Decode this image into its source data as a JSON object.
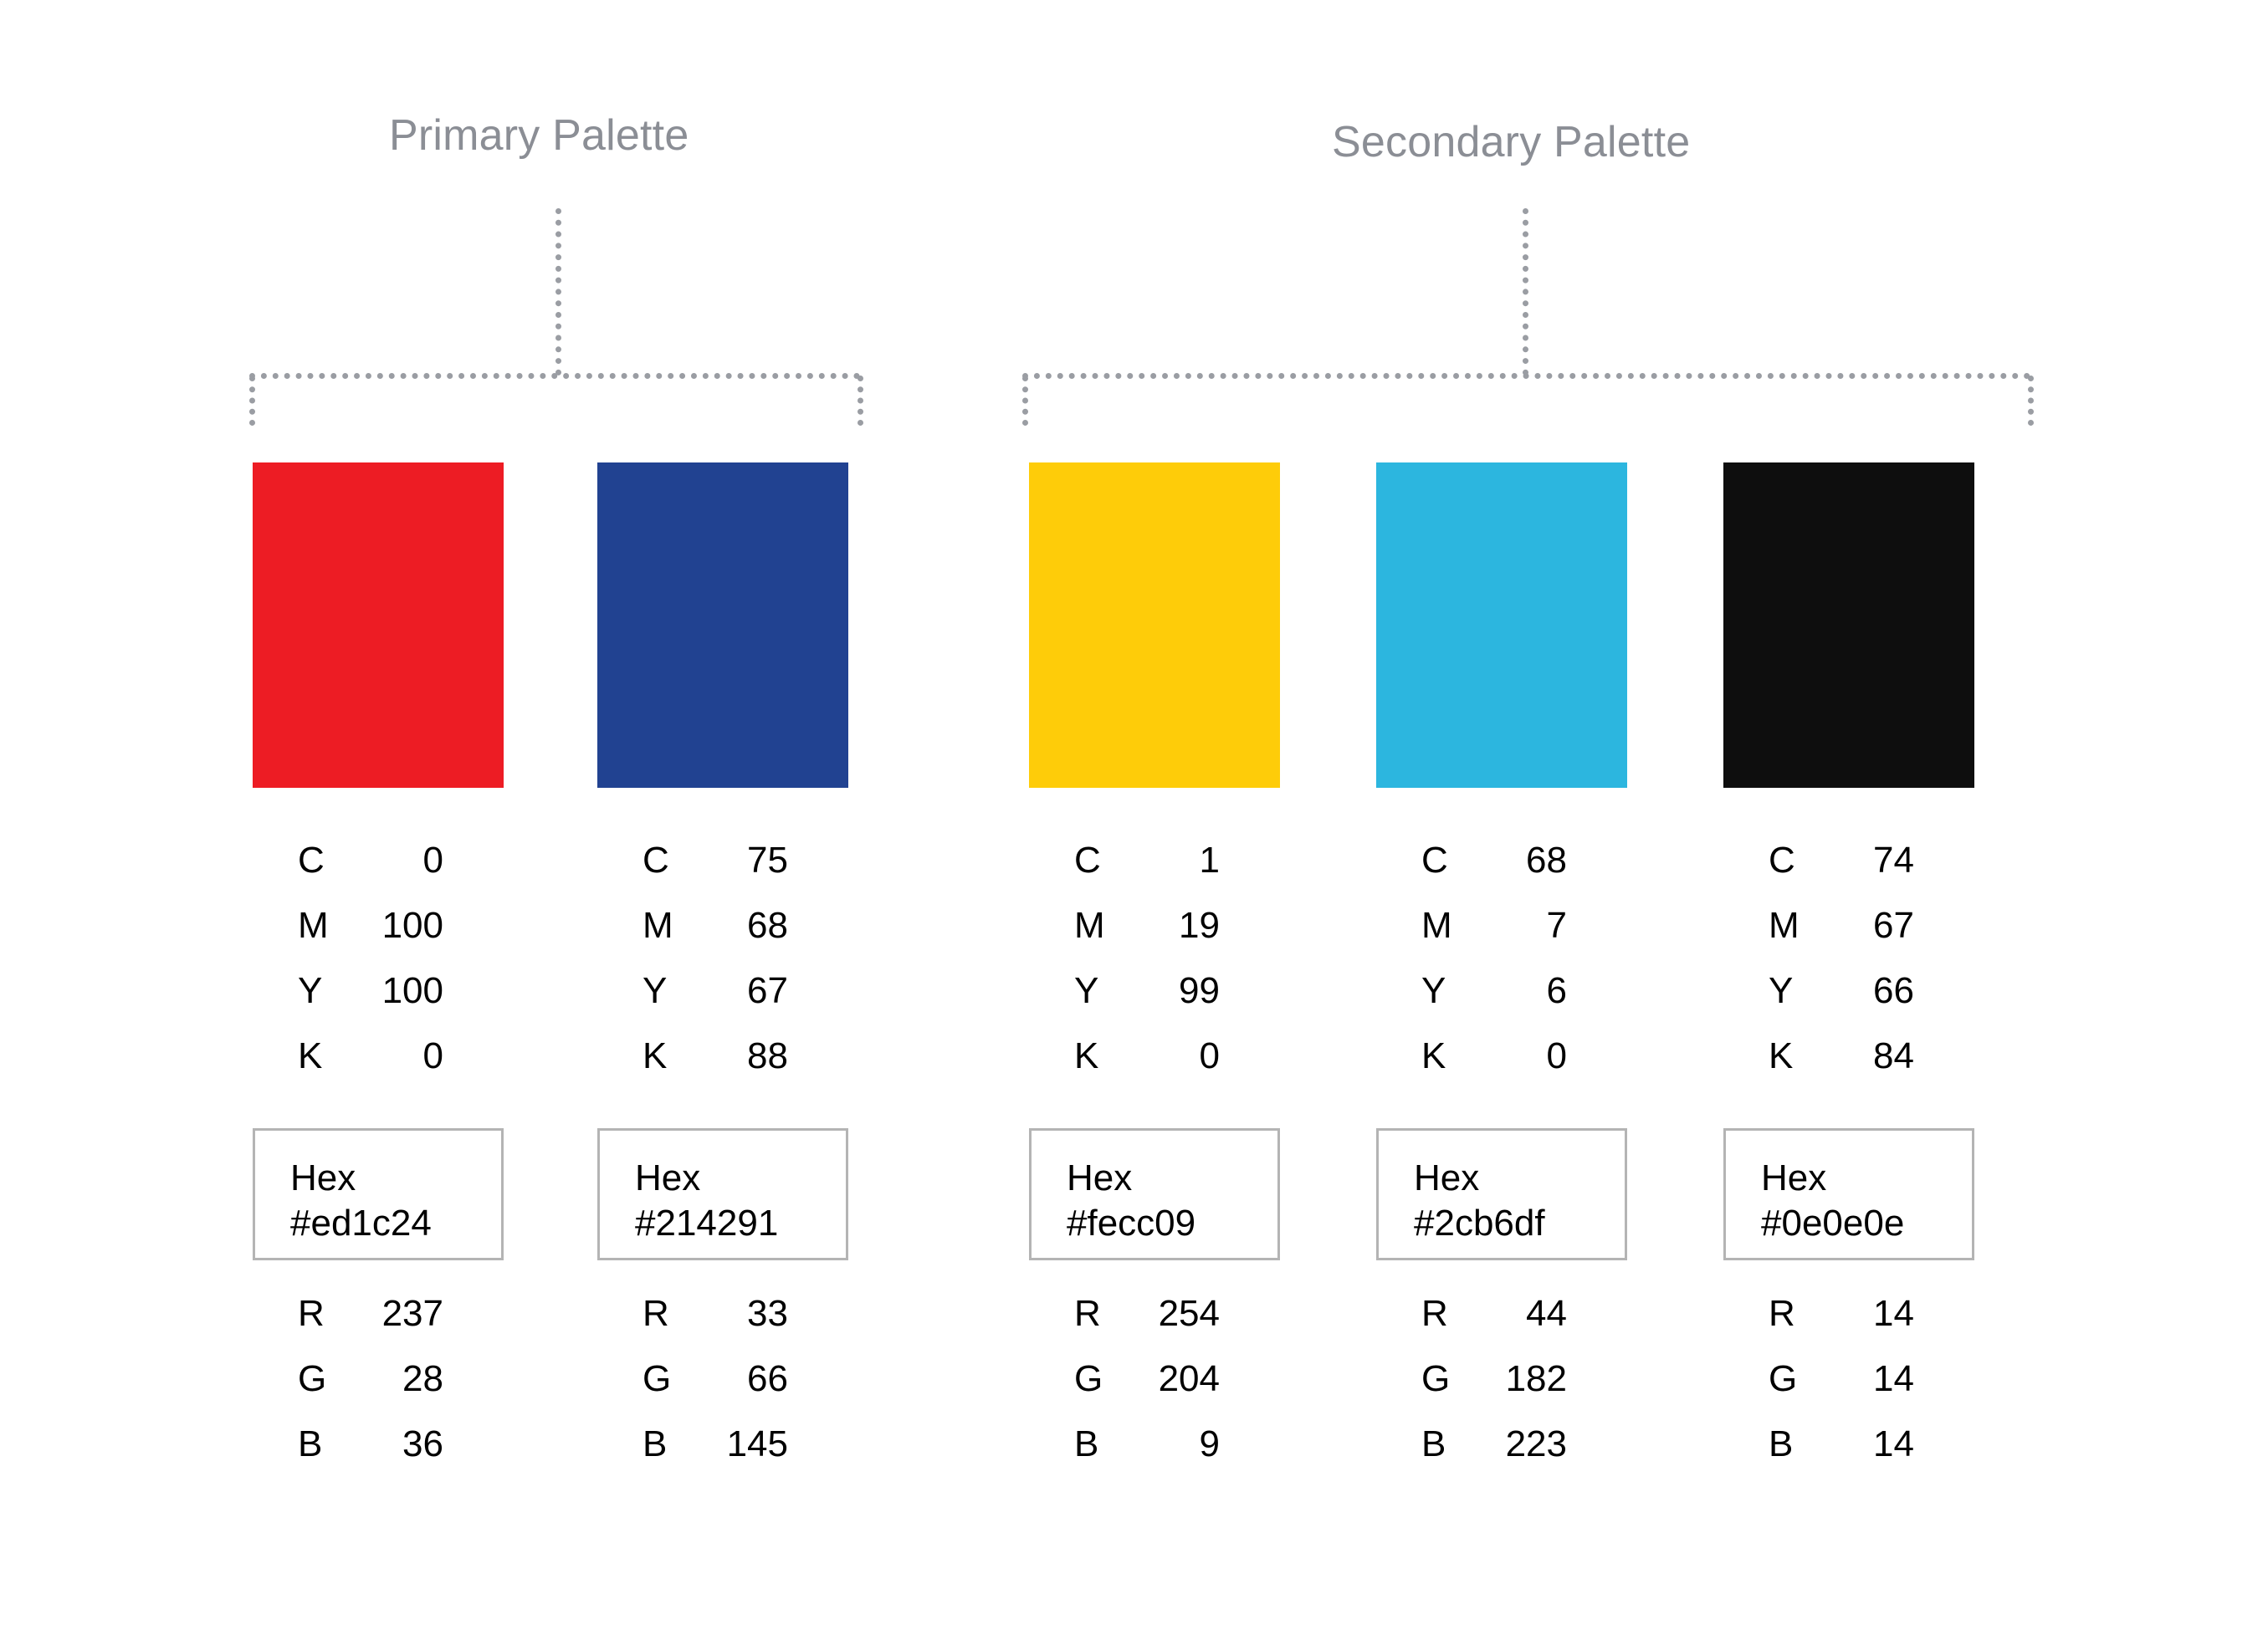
{
  "groups": [
    {
      "title": "Primary Palette",
      "swatches": [
        {
          "name": "red",
          "color": "#ed1c24",
          "cmyk": [
            {
              "key": "C",
              "value": "0"
            },
            {
              "key": "M",
              "value": "100"
            },
            {
              "key": "Y",
              "value": "100"
            },
            {
              "key": "K",
              "value": "0"
            }
          ],
          "hex_label": "Hex",
          "hex_value": "#ed1c24",
          "rgb": [
            {
              "key": "R",
              "value": "237"
            },
            {
              "key": "G",
              "value": "28"
            },
            {
              "key": "B",
              "value": "36"
            }
          ]
        },
        {
          "name": "blue",
          "color": "#214291",
          "cmyk": [
            {
              "key": "C",
              "value": "75"
            },
            {
              "key": "M",
              "value": "68"
            },
            {
              "key": "Y",
              "value": "67"
            },
            {
              "key": "K",
              "value": "88"
            }
          ],
          "hex_label": "Hex",
          "hex_value": "#214291",
          "rgb": [
            {
              "key": "R",
              "value": "33"
            },
            {
              "key": "G",
              "value": "66"
            },
            {
              "key": "B",
              "value": "145"
            }
          ]
        }
      ]
    },
    {
      "title": "Secondary Palette",
      "swatches": [
        {
          "name": "yellow",
          "color": "#fecc09",
          "cmyk": [
            {
              "key": "C",
              "value": "1"
            },
            {
              "key": "M",
              "value": "19"
            },
            {
              "key": "Y",
              "value": "99"
            },
            {
              "key": "K",
              "value": "0"
            }
          ],
          "hex_label": "Hex",
          "hex_value": "#fecc09",
          "rgb": [
            {
              "key": "R",
              "value": "254"
            },
            {
              "key": "G",
              "value": "204"
            },
            {
              "key": "B",
              "value": "9"
            }
          ]
        },
        {
          "name": "cyan",
          "color": "#2cb6df",
          "cmyk": [
            {
              "key": "C",
              "value": "68"
            },
            {
              "key": "M",
              "value": "7"
            },
            {
              "key": "Y",
              "value": "6"
            },
            {
              "key": "K",
              "value": "0"
            }
          ],
          "hex_label": "Hex",
          "hex_value": "#2cb6df",
          "rgb": [
            {
              "key": "R",
              "value": "44"
            },
            {
              "key": "G",
              "value": "182"
            },
            {
              "key": "B",
              "value": "223"
            }
          ]
        },
        {
          "name": "black",
          "color": "#0e0e0e",
          "cmyk": [
            {
              "key": "C",
              "value": "74"
            },
            {
              "key": "M",
              "value": "67"
            },
            {
              "key": "Y",
              "value": "66"
            },
            {
              "key": "K",
              "value": "84"
            }
          ],
          "hex_label": "Hex",
          "hex_value": "#0e0e0e",
          "rgb": [
            {
              "key": "R",
              "value": "14"
            },
            {
              "key": "G",
              "value": "14"
            },
            {
              "key": "B",
              "value": "14"
            }
          ]
        }
      ]
    }
  ],
  "connector": {
    "line_color": "#9a9da3",
    "style": "dotted"
  }
}
